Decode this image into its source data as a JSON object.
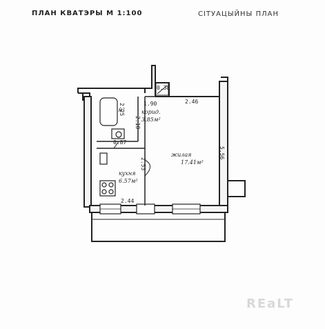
{
  "header": {
    "left_title": "ПЛАН КВАТЭРЫ М 1:100",
    "right_title": "СІТУАЦЫЙНЫ ПЛАН"
  },
  "watermark": "REaLT",
  "rooms": {
    "living": {
      "name": "жилая",
      "area": "17.41м²"
    },
    "kitchen": {
      "name": "кухня",
      "area": "6.57м²"
    },
    "corridor": {
      "name": "корид.",
      "area": "3.85м²"
    },
    "bath": {
      "area": "м²"
    }
  },
  "dimensions": {
    "top_right_width": "2.46",
    "living_height": "5.56",
    "corridor_width": "1.90",
    "corridor_height": "2.18",
    "bath_height": "2.25",
    "bath_width": "0.87",
    "closet": "0.38",
    "kitchen_height": "2.53",
    "kitchen_width": "2.44"
  }
}
